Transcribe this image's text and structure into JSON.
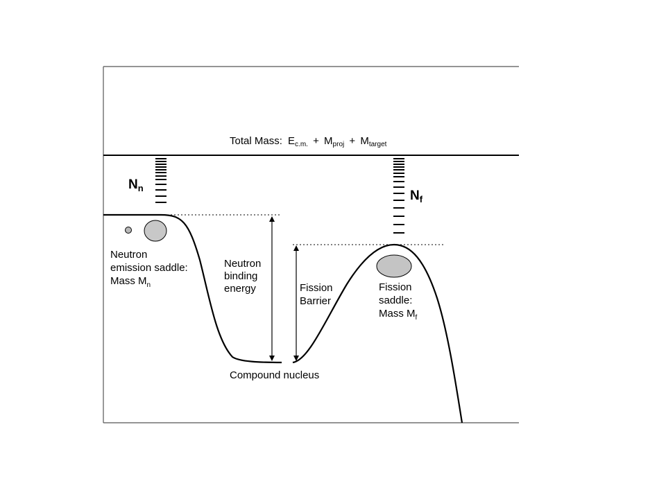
{
  "diagram": {
    "total_mass": {
      "label": "Total Mass:",
      "e_main": "E",
      "e_sub": "c.m.",
      "plus1": "+",
      "m_proj_main": "M",
      "m_proj_sub": "proj",
      "plus2": "+",
      "m_target_main": "M",
      "m_target_sub": "target"
    },
    "n_n": {
      "main": "N",
      "sub": "n"
    },
    "n_f": {
      "main": "N",
      "sub": "f"
    },
    "neutron_saddle": {
      "line1": "Neutron",
      "line2": "emission saddle:",
      "line3_main": "Mass M",
      "line3_sub": "n"
    },
    "neutron_binding": {
      "line1": "Neutron",
      "line2": "binding",
      "line3": "energy"
    },
    "fission_barrier": {
      "line1": "Fission",
      "line2": "Barrier"
    },
    "fission_saddle": {
      "line1": "Fission",
      "line2": "saddle:",
      "line3_main": "Mass M",
      "line3_sub": "f"
    },
    "compound_nucleus": "Compound nucleus"
  }
}
